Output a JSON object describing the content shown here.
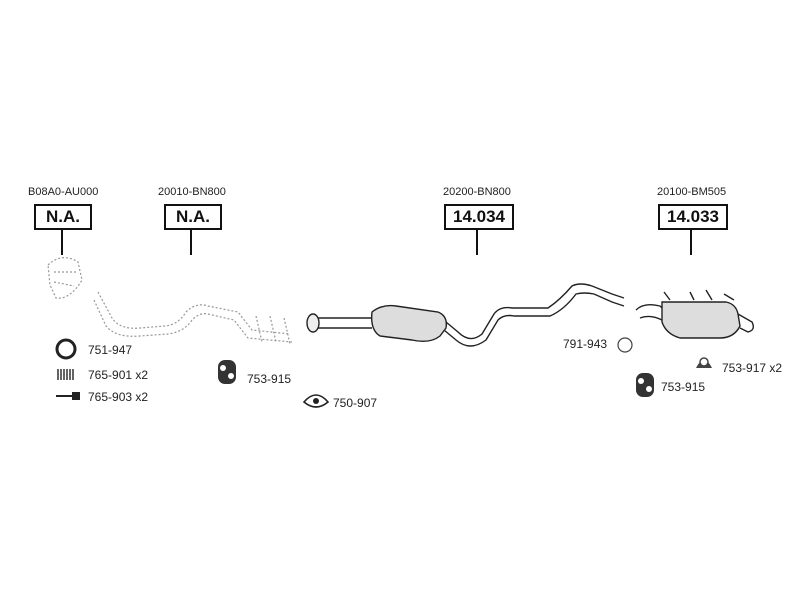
{
  "assemblies": [
    {
      "oem": "B08A0-AU000",
      "part": "N.A."
    },
    {
      "oem": "20010-BN800",
      "part": "N.A."
    },
    {
      "oem": "20200-BN800",
      "part": "14.034"
    },
    {
      "oem": "20100-BM505",
      "part": "14.033"
    }
  ],
  "accessories": [
    {
      "label": "751-947",
      "icon": "gasket-ring-icon"
    },
    {
      "label": "765-901 x2",
      "icon": "spring-icon"
    },
    {
      "label": "765-903 x2",
      "icon": "bolt-icon"
    },
    {
      "label": "753-915",
      "icon": "rubber-hanger-icon"
    },
    {
      "label": "750-907",
      "icon": "flange-gasket-icon"
    },
    {
      "label": "791-943",
      "icon": "ring-icon"
    },
    {
      "label": "753-915",
      "icon": "rubber-hanger-icon"
    },
    {
      "label": "753-917 x2",
      "icon": "rubber-mount-icon"
    }
  ]
}
